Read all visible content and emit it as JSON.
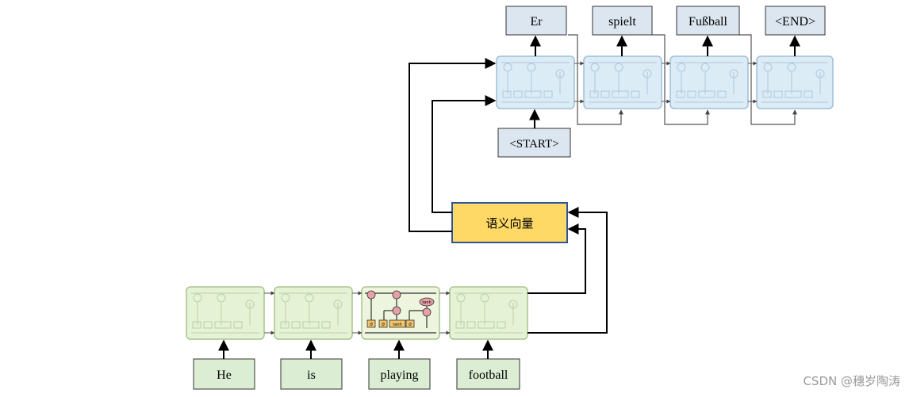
{
  "encoder": {
    "inputs": [
      "He",
      "is",
      "playing",
      "football"
    ]
  },
  "decoder": {
    "start_token": "<START>",
    "outputs": [
      "Er",
      "spielt",
      "Fußball",
      "<END>"
    ]
  },
  "context_vector": {
    "label": "语义向量"
  },
  "cell_labels": {
    "tanh": "tanh",
    "sigma": "σ",
    "times": "×",
    "plus": "+"
  },
  "colors": {
    "encoder_cell_fill": "#e6f2d6",
    "encoder_cell_stroke": "#a9c48d",
    "encoder_cell_active_fill": "#eef5df",
    "decoder_cell_fill": "#dcecf7",
    "decoder_cell_stroke": "#9dbfd6",
    "encoder_word_fill": "#dbeed3",
    "decoder_word_fill": "#dce6f0",
    "context_fill": "#ffd966",
    "context_stroke": "#2f5597",
    "active_gate_fill": "#f3c46a",
    "active_op_fill": "#e8a0a8"
  },
  "watermark": "CSDN @穗岁陶涛"
}
